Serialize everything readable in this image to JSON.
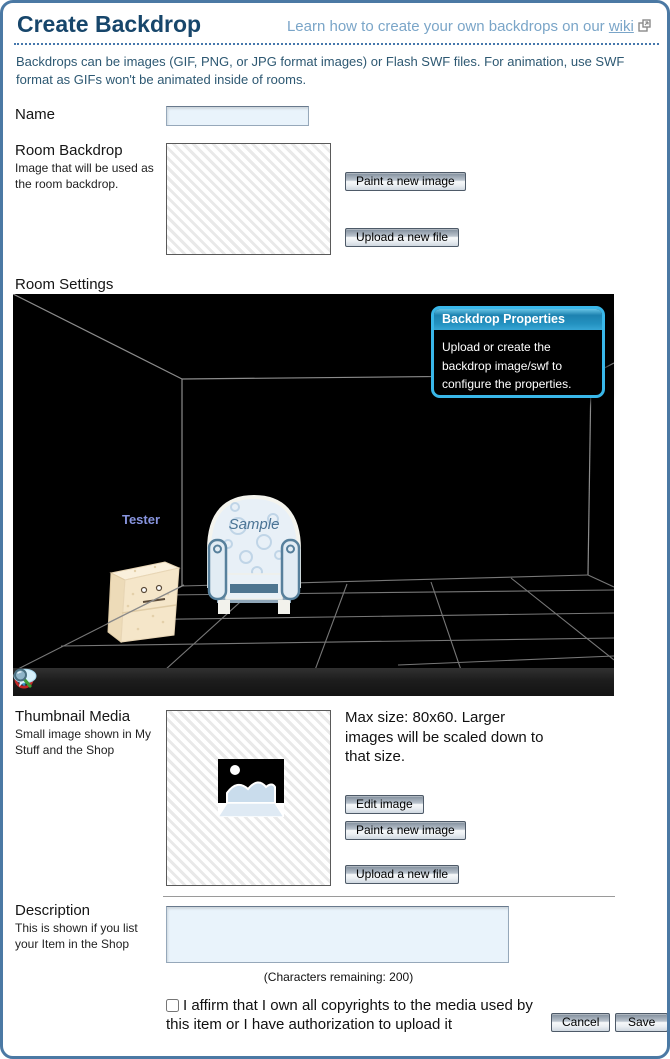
{
  "header": {
    "title": "Create Backdrop",
    "wiki_link_prefix": "Learn how to create your own backdrops on our ",
    "wiki_link_text": "wiki",
    "intro": "Backdrops can be images (GIF, PNG, or JPG format images) or Flash SWF files. For animation, use SWF format as GIFs won't be animated inside of rooms."
  },
  "fields": {
    "name": {
      "label": "Name",
      "value": ""
    },
    "room_backdrop": {
      "label": "Room Backdrop",
      "description": "Image that will be used as the room backdrop.",
      "buttons": [
        "Paint a new image",
        "Upload a new file"
      ]
    },
    "room_settings": {
      "label": "Room Settings"
    },
    "thumbnail": {
      "label": "Thumbnail Media",
      "description": "Small image shown in My Stuff and the Shop",
      "note": "Max size: 80x60. Larger images will be scaled down to that size.",
      "buttons": [
        "Edit image",
        "Paint a new image",
        "Upload a new file"
      ]
    },
    "description": {
      "label": "Description",
      "description": "This is shown if you list your Item in the Shop",
      "value": "",
      "chars_remaining": "(Characters remaining: 200)"
    }
  },
  "room": {
    "avatar_name": "Tester",
    "chair_label": "Sample",
    "tooltip": {
      "title": "Backdrop Properties",
      "body": "Upload or create the backdrop image/swf to configure the properties."
    },
    "toolbar_icons": [
      "mute-icon",
      "chat-bubble-icon",
      "zoom-icon"
    ]
  },
  "footer": {
    "affirmation": "I affirm that I own all copyrights to the media used by this item or I have authorization to upload it",
    "checkbox_checked": false,
    "cancel_label": "Cancel",
    "save_label": "Save"
  },
  "colors": {
    "page_border": "#4b79a4",
    "title_blue": "#17466b",
    "link_blue": "#7aa5c8",
    "intro_blue": "#2d5872",
    "tooltip_border": "#39b7e9",
    "tooltip_header_top": "#66c4e6",
    "tooltip_header_bottom": "#37a6d5",
    "input_fill": "#e9f3fb",
    "room_background": "#000000",
    "avatar_name_color": "#8794de"
  }
}
